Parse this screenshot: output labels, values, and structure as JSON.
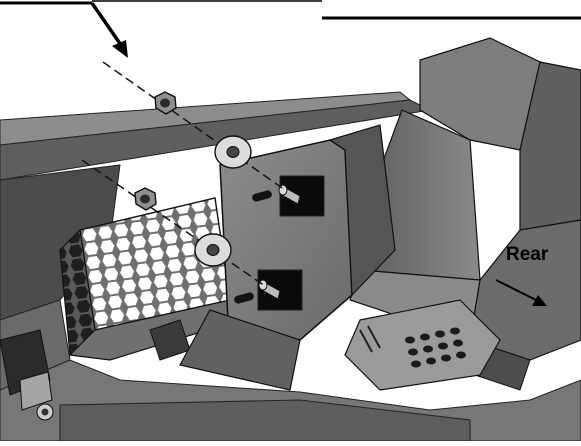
{
  "labels": {
    "rear": "Rear"
  },
  "colors": {
    "frame_border": "#000000",
    "metal_dark": "#4a4a4a",
    "metal_mid": "#6b6b6b",
    "metal_light": "#8e8e8e",
    "metal_highlight": "#b5b5b5",
    "washer": "#d9d9d9",
    "hole_black": "#0a0a0a",
    "background": "#ffffff"
  },
  "parts": [
    "nut",
    "washer",
    "stud",
    "bracket",
    "mesh-guard",
    "step-plate"
  ]
}
